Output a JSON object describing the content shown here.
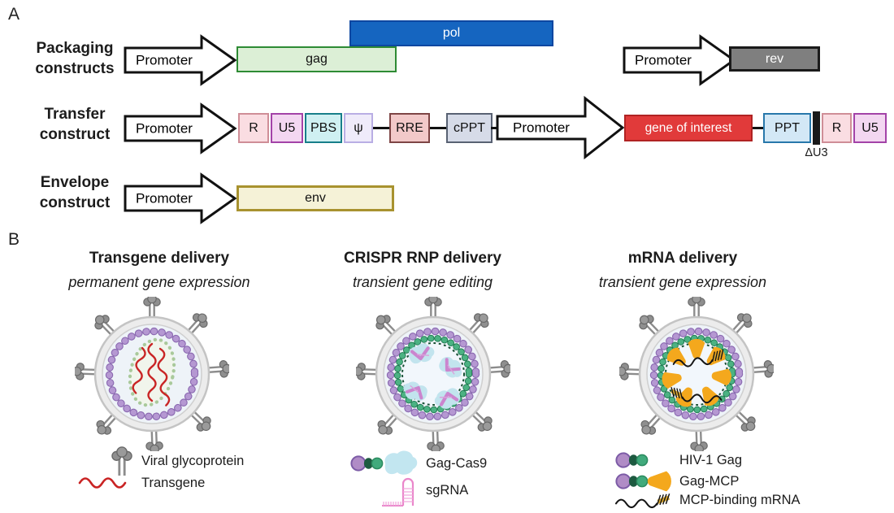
{
  "panelA": {
    "label": "A",
    "packaging_label": "Packaging\nconstructs",
    "transfer_label": "Transfer\nconstruct",
    "envelope_label": "Envelope\nconstruct",
    "promoter": "Promoter",
    "elements": {
      "gag": "gag",
      "pol": "pol",
      "rev": "rev",
      "env": "env",
      "r": "R",
      "u5": "U5",
      "pbs": "PBS",
      "psi": "ψ",
      "rre": "RRE",
      "cppt": "cPPT",
      "goi": "gene of interest",
      "ppt": "PPT",
      "du3": "ΔU3"
    }
  },
  "panelB": {
    "label": "B",
    "columns": [
      {
        "title": "Transgene delivery",
        "subtitle": "permanent gene expression",
        "virus_icon": "lentivirus-transgene-icon",
        "legend": [
          {
            "icon": "viral-glycoprotein-icon",
            "label": "Viral glycoprotein"
          },
          {
            "icon": "transgene-wave-icon",
            "label": "Transgene"
          }
        ]
      },
      {
        "title": "CRISPR RNP delivery",
        "subtitle": "transient gene editing",
        "virus_icon": "lentivirus-crispr-rnp-icon",
        "legend": [
          {
            "icon": "gag-cas9-icon",
            "label": "Gag-Cas9"
          },
          {
            "icon": "sgrna-icon",
            "label": "sgRNA"
          }
        ]
      },
      {
        "title": "mRNA delivery",
        "subtitle": "transient gene expression",
        "virus_icon": "lentivirus-mrna-icon",
        "legend": [
          {
            "icon": "hiv1-gag-icon",
            "label": "HIV-1 Gag"
          },
          {
            "icon": "gag-mcp-icon",
            "label": "Gag-MCP"
          },
          {
            "icon": "mcp-binding-mrna-icon",
            "label": "MCP-binding mRNA"
          }
        ]
      }
    ]
  },
  "colors": {
    "pol_fill": "#1565c0",
    "pol_border": "#0d47a1",
    "gag_fill": "#dcefd6",
    "gag_border": "#2e8b34",
    "rev_fill": "#7f7f7f",
    "rev_border": "#1a1a1a",
    "env_fill": "#f5f2d7",
    "env_border": "#a8922f",
    "r_fill": "#fadde2",
    "r_border": "#cf8e97",
    "u5_fill": "#f3d7f1",
    "u5_border": "#a343a8",
    "pbs_fill": "#cff0f2",
    "pbs_border": "#177f8a",
    "psi_fill": "#efebfa",
    "psi_border": "#b9aee4",
    "rre_fill": "#f2c9c9",
    "rre_border": "#7e4545",
    "cppt_fill": "#d6dbe8",
    "cppt_border": "#596273",
    "goi_fill": "#e13a3a",
    "goi_border": "#b02323",
    "ppt_fill": "#d3e8f6",
    "ppt_border": "#2878ab",
    "du3_fill": "#1a1a1a",
    "transgene_red": "#c92323",
    "membrane_purple": "#b598d2",
    "gag_ring_green": "#4cb283",
    "mcp_orange": "#f4a81d",
    "cas9_blue": "#c2e6f0",
    "sgrna_pink": "#ea86ca",
    "spike_gray": "#8f8f8f"
  }
}
